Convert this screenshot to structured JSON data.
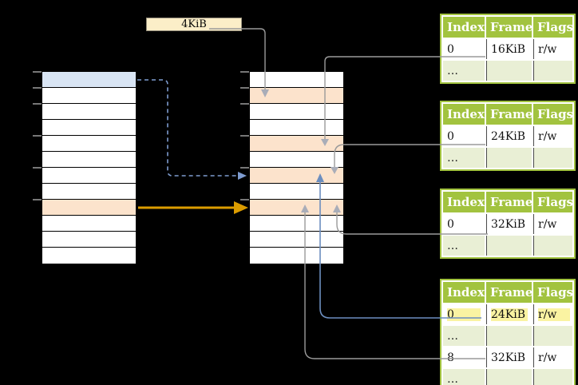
{
  "labels": {
    "page_size": "4KiB"
  },
  "memory": {
    "left_column": {
      "rows": 12,
      "highlight_blue_row": 1,
      "highlight_orange_row": 9
    },
    "middle_column": {
      "rows": 12,
      "highlight_orange_rows": [
        2,
        5,
        7,
        9
      ]
    }
  },
  "page_tables": [
    {
      "headers": [
        "Index",
        "Frame",
        "Flags"
      ],
      "rows": [
        [
          "0",
          "16KiB",
          "r/w"
        ],
        [
          "…",
          "",
          ""
        ]
      ]
    },
    {
      "headers": [
        "Index",
        "Frame",
        "Flags"
      ],
      "rows": [
        [
          "0",
          "24KiB",
          "r/w"
        ],
        [
          "…",
          "",
          ""
        ]
      ]
    },
    {
      "headers": [
        "Index",
        "Frame",
        "Flags"
      ],
      "rows": [
        [
          "0",
          "32KiB",
          "r/w"
        ],
        [
          "…",
          "",
          ""
        ]
      ]
    },
    {
      "headers": [
        "Index",
        "Frame",
        "Flags"
      ],
      "rows": [
        [
          "0",
          "24KiB",
          "r/w"
        ],
        [
          "…",
          "",
          ""
        ],
        [
          "8",
          "32KiB",
          "r/w"
        ],
        [
          "…",
          "",
          ""
        ]
      ],
      "highlighted_row_index": 0
    }
  ],
  "colors": {
    "green": "#A2C33F",
    "lightgreen": "#E9EFD5",
    "orange": "#FCE3CC",
    "bluerow": "#D9E5F4",
    "cream": "#FBEEC8",
    "yellow": "#FAF3A2",
    "amber": "#DB9C00",
    "blue": "#6C8EBF",
    "dashblue": "#7E9CD0",
    "gray": "#9A9A9A",
    "grayhead": "#A9ADB8",
    "tick": "#777777"
  }
}
